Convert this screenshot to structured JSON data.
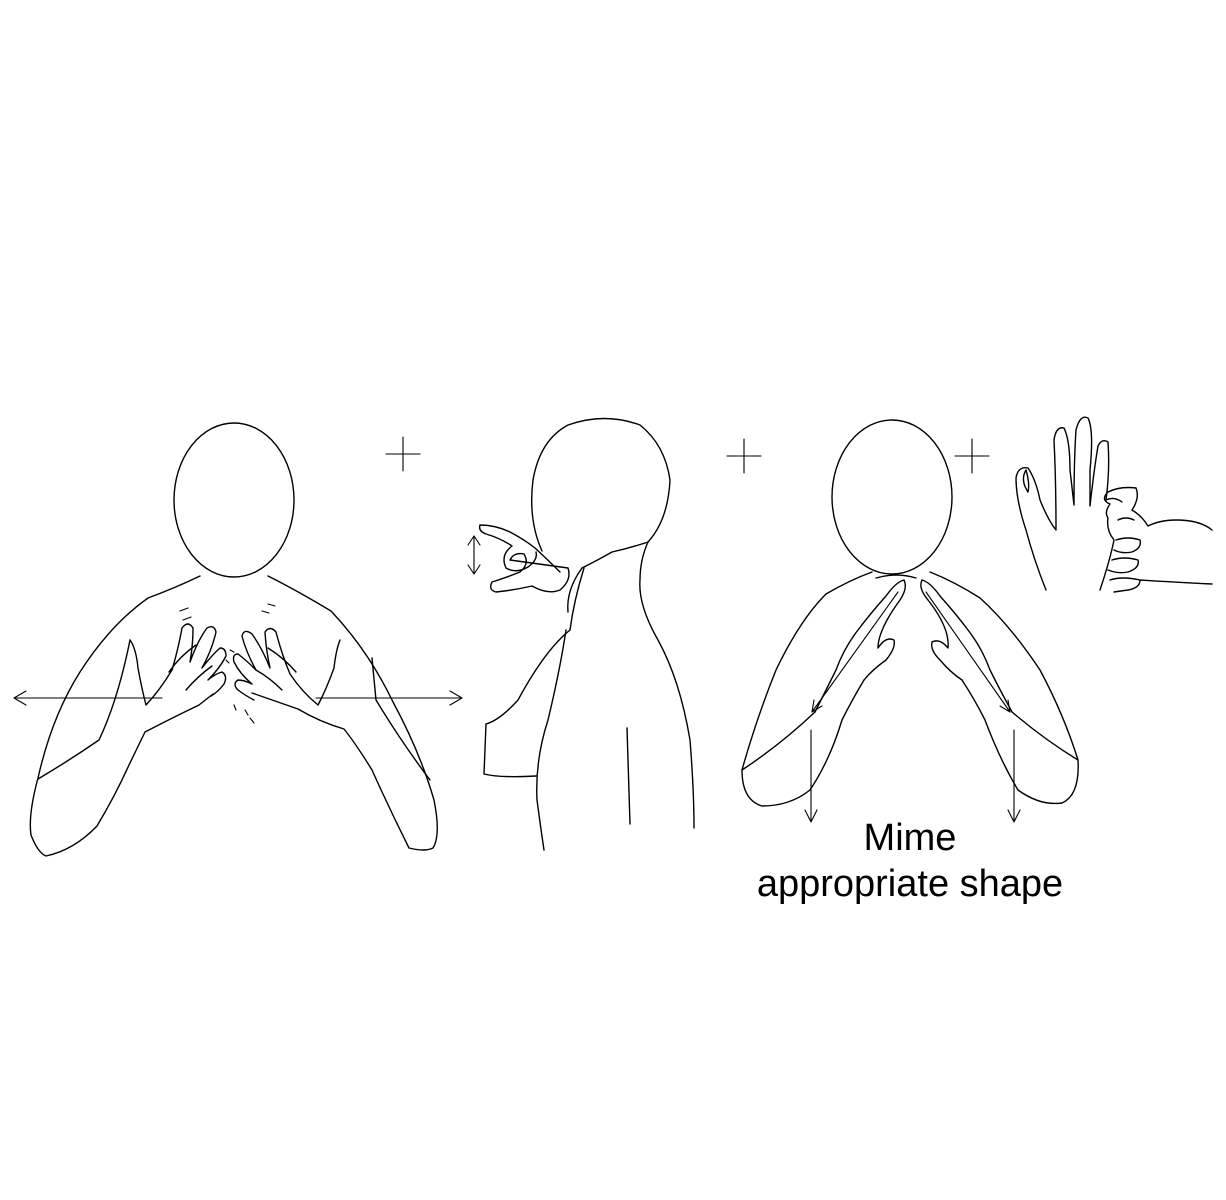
{
  "caption": {
    "line1": "Mime",
    "line2": "appropriate shape"
  },
  "panels": [
    {
      "figure": "front-body-hands-on-chest",
      "movement": "hands spread apart to the sides"
    },
    {
      "figure": "side-profile-hand-at-mouth",
      "movement": "small up-down movement"
    },
    {
      "figure": "front-body-fingertips-together",
      "movement": "hands move down"
    },
    {
      "figure": "hands-close-up"
    }
  ],
  "separators": [
    "+",
    "+",
    "+"
  ],
  "colors": {
    "line": "#000000",
    "background": "#ffffff"
  }
}
